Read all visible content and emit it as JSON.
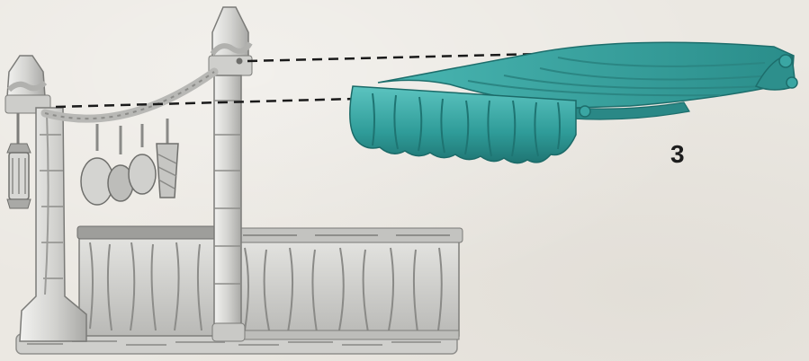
{
  "diagram": {
    "step_number": "3",
    "part_color": "#3aa6a3",
    "base_color": "#d9d9d6",
    "guide_line_style": "dashed",
    "parts": [
      {
        "name": "market-stall-base",
        "color": "#d9d9d6"
      },
      {
        "name": "awning-canopy",
        "color": "#3aa6a3"
      }
    ]
  }
}
